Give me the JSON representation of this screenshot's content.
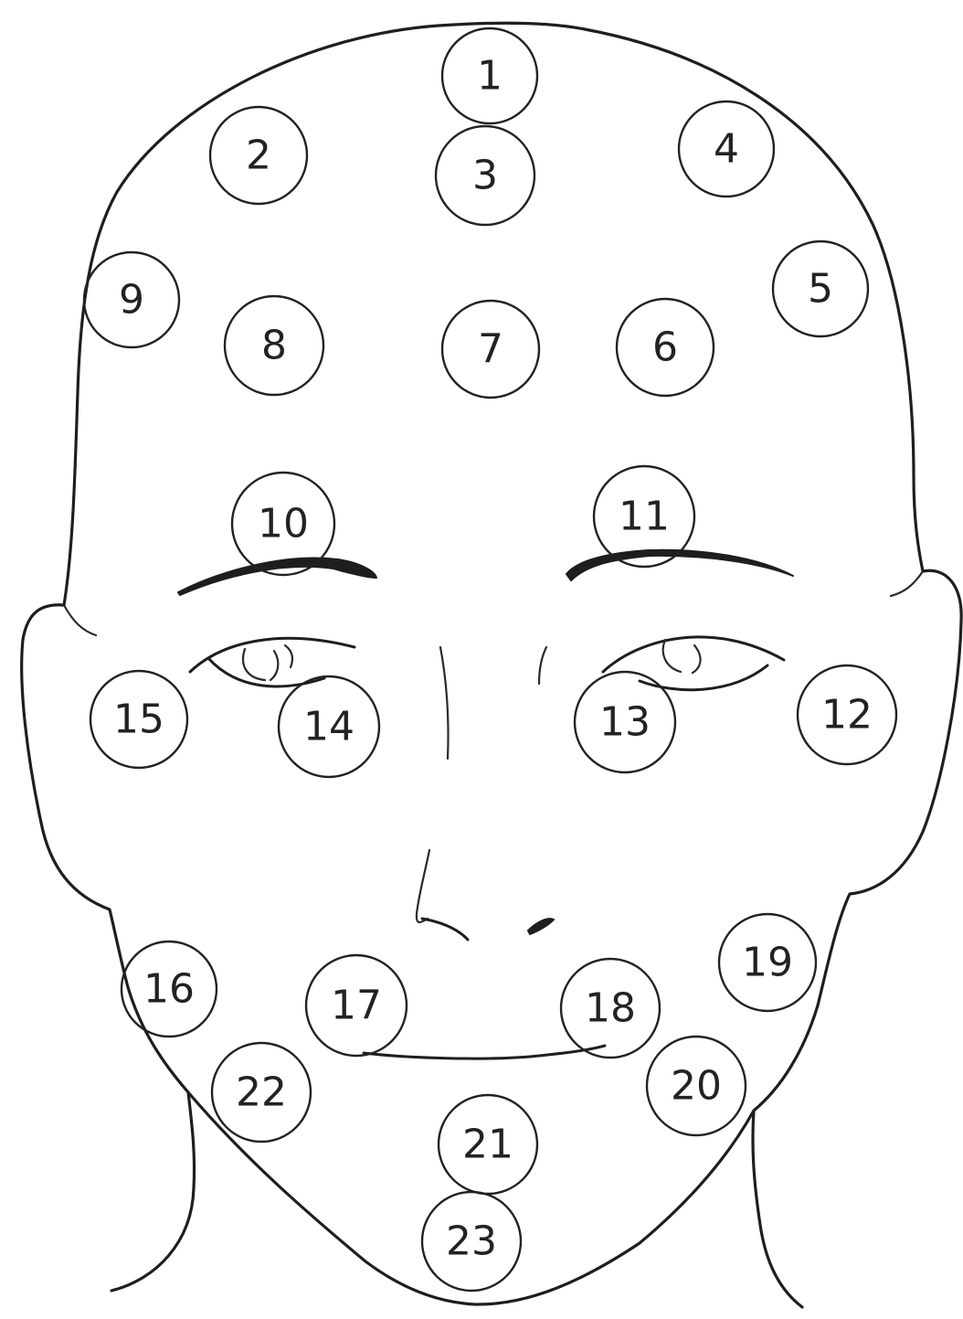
{
  "points": [
    {
      "label": "1"
    },
    {
      "label": "2"
    },
    {
      "label": "3"
    },
    {
      "label": "4"
    },
    {
      "label": "5"
    },
    {
      "label": "6"
    },
    {
      "label": "7"
    },
    {
      "label": "8"
    },
    {
      "label": "9"
    },
    {
      "label": "10"
    },
    {
      "label": "11"
    },
    {
      "label": "12"
    },
    {
      "label": "13"
    },
    {
      "label": "14"
    },
    {
      "label": "15"
    },
    {
      "label": "16"
    },
    {
      "label": "17"
    },
    {
      "label": "18"
    },
    {
      "label": "19"
    },
    {
      "label": "20"
    },
    {
      "label": "21"
    },
    {
      "label": "22"
    },
    {
      "label": "23"
    }
  ]
}
